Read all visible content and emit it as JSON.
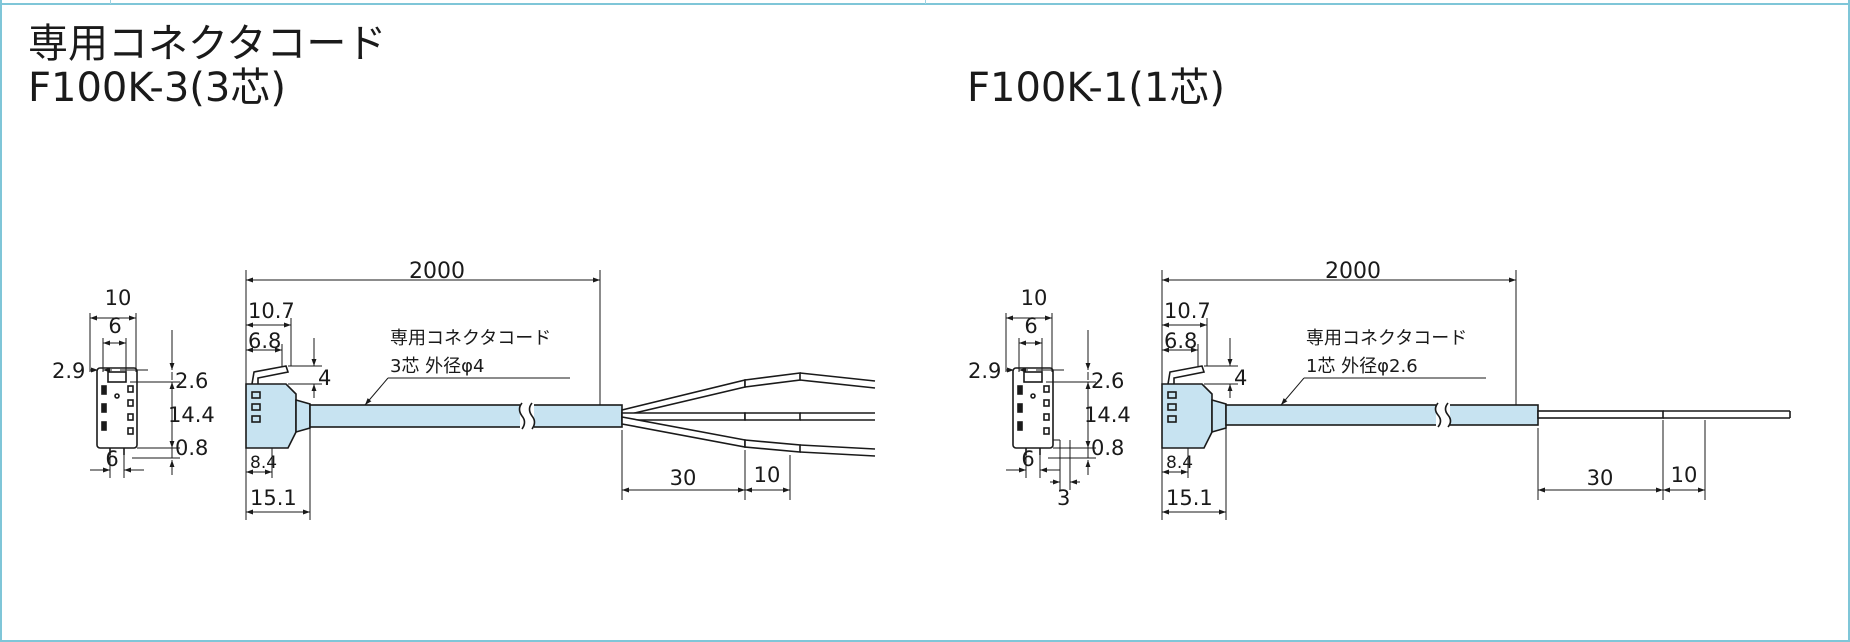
{
  "header": {
    "heading": "専用コネクタコード",
    "model_3": "F100K-3(3芯)",
    "model_1": "F100K-1(1芯)"
  },
  "colors": {
    "frame": "#7fc6d8",
    "cable": "#c7e3f1",
    "line": "#1a1a1a"
  },
  "diagram_3": {
    "dims": {
      "width_10": "10",
      "width_6_top": "6",
      "offset_2_9": "2.9",
      "dim_2_6": "2.6",
      "height_14_4": "14.4",
      "dim_0_8": "0.8",
      "width_6_bottom": "6",
      "length_10_7": "10.7",
      "length_6_8": "6.8",
      "height_4": "4",
      "length_8_4": "8.4",
      "length_15_1": "15.1",
      "cable_2000": "2000",
      "strip_30": "30",
      "strip_10": "10"
    },
    "callout_line1": "専用コネクタコード",
    "callout_line2": "3芯 外径φ4"
  },
  "diagram_1": {
    "dims": {
      "width_10": "10",
      "width_6_top": "6",
      "offset_2_9": "2.9",
      "dim_2_6": "2.6",
      "height_14_4": "14.4",
      "dim_0_8": "0.8",
      "width_6_bottom": "6",
      "dim_3": "3",
      "length_10_7": "10.7",
      "length_6_8": "6.8",
      "height_4": "4",
      "length_8_4": "8.4",
      "length_15_1": "15.1",
      "cable_2000": "2000",
      "strip_30": "30",
      "strip_10": "10"
    },
    "callout_line1": "専用コネクタコード",
    "callout_line2": "1芯 外径φ2.6"
  }
}
